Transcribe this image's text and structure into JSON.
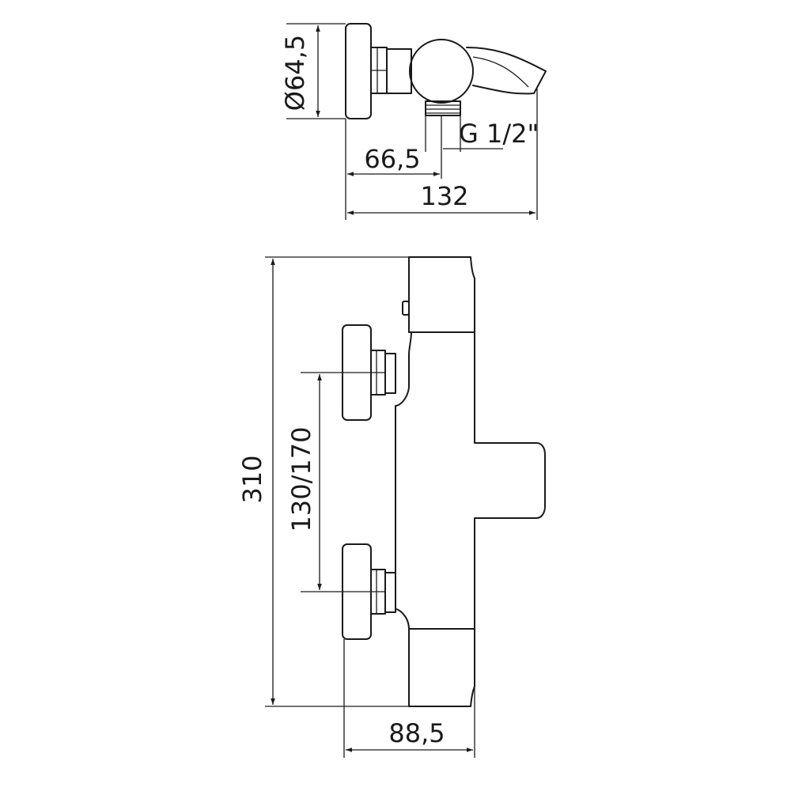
{
  "dimensions": {
    "diameter": "Ø64,5",
    "depth_to_outlet": "66,5",
    "outlet_thread": "G 1/2\"",
    "overall_depth": "132",
    "overall_height": "310",
    "inlet_spacing": "130/170",
    "body_depth": "88,5"
  },
  "colors": {
    "line": "#1a1a1a",
    "background": "#ffffff"
  }
}
